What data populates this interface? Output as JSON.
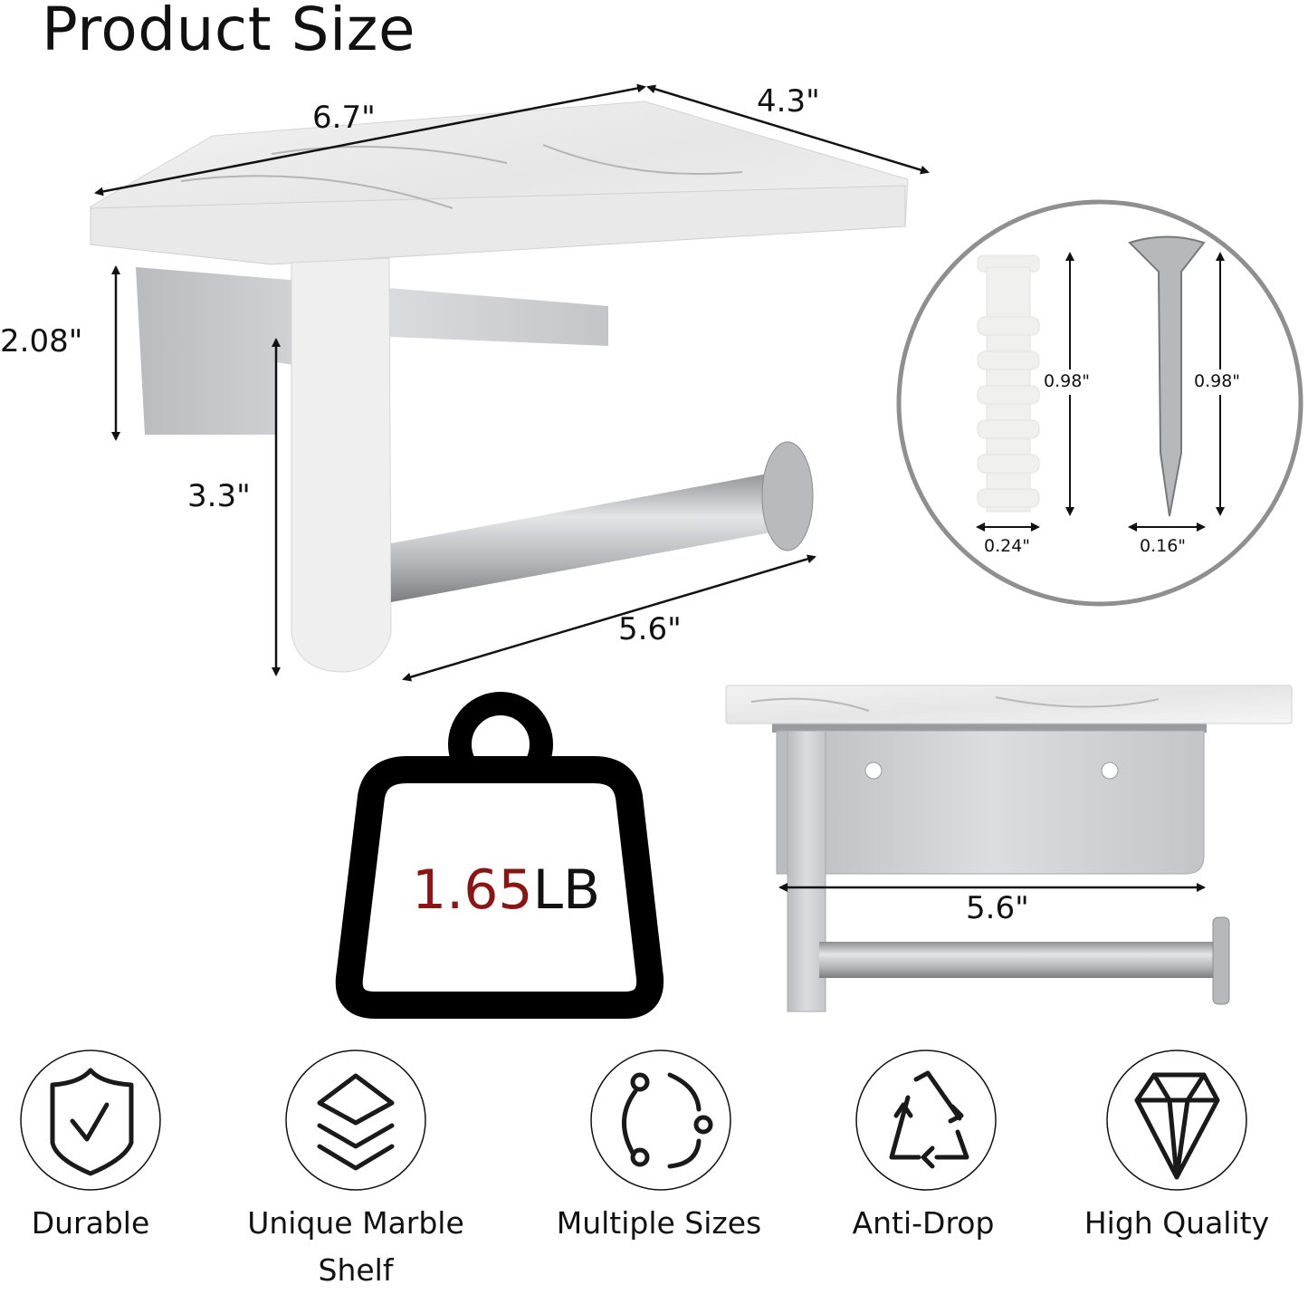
{
  "title": "Product Size",
  "dimensions": {
    "shelf_length": "6.7\"",
    "shelf_depth": "4.3\"",
    "bracket_height": "2.08\"",
    "arm_height": "3.3\"",
    "roll_bar_length": "5.6\"",
    "back_view_width": "5.6\""
  },
  "hardware": {
    "anchor_length": "0.98\"",
    "anchor_width": "0.24\"",
    "screw_length": "0.98\"",
    "screw_width": "0.16\""
  },
  "weight": {
    "value": "1.65",
    "unit": "LB",
    "value_color": "#8b1414"
  },
  "features": [
    {
      "label": "Durable",
      "icon": "shield-check-icon"
    },
    {
      "label": "Unique Marble Shelf",
      "icon": "layers-icon"
    },
    {
      "label": "Multiple Sizes",
      "icon": "cycle-nodes-icon"
    },
    {
      "label": "Anti-Drop",
      "icon": "recycle-icon"
    },
    {
      "label": "High Quality",
      "icon": "diamond-icon"
    }
  ]
}
